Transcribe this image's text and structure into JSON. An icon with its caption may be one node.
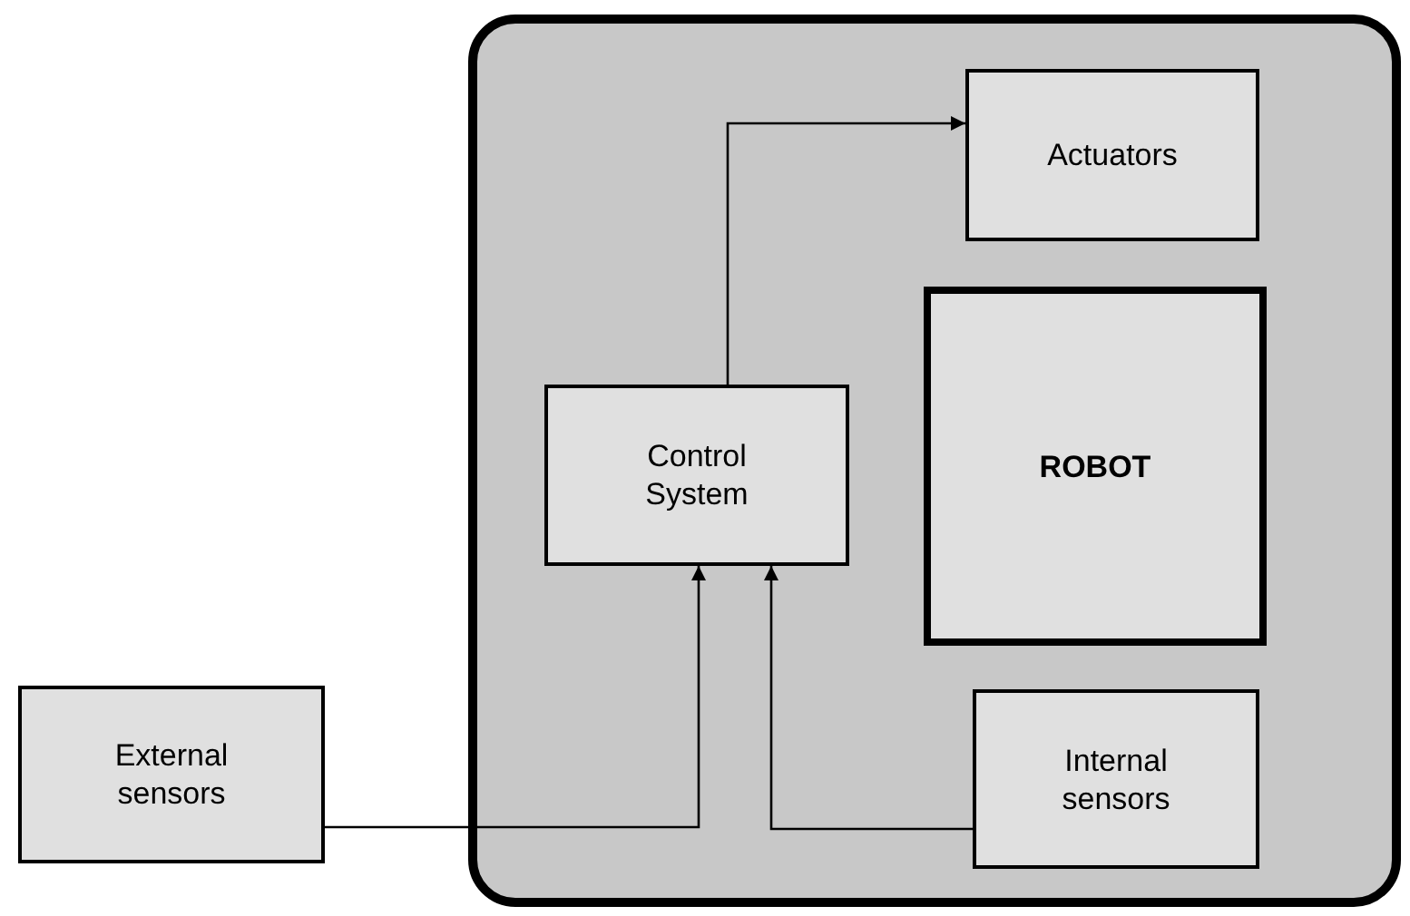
{
  "diagram": {
    "nodes": [
      {
        "text": [],
        "shape": "box"
      },
      {
        "text": [
          "Actuators"
        ],
        "in": 0
      },
      {
        "text": [
          "ROBOT"
        ],
        "in": 0
      },
      {
        "text": [
          "Control System"
        ],
        "in": 0
      },
      {
        "text": [
          "External sensors"
        ]
      },
      {
        "text": [
          "Internal sensors"
        ],
        "in": 0
      }
    ],
    "edges": [
      {
        "from": 3,
        "to": 1,
        "arrow": "to"
      },
      {
        "from": 4,
        "to": 3,
        "arrow": "to"
      },
      {
        "from": 5,
        "to": 3,
        "arrow": "to"
      }
    ]
  }
}
